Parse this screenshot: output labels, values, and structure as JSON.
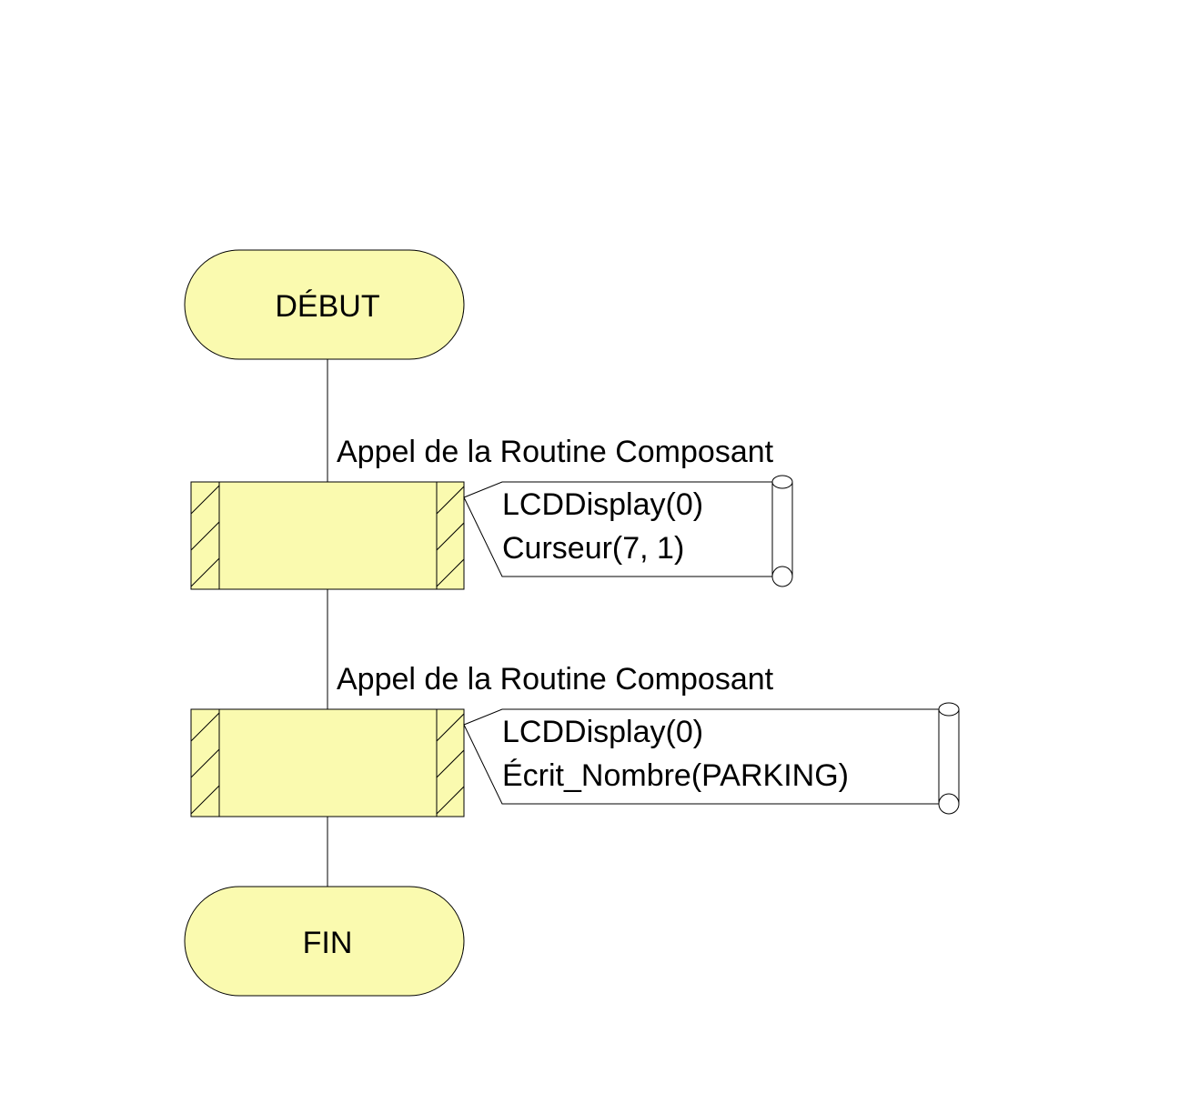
{
  "flowchart": {
    "start": {
      "label": "DÉBUT"
    },
    "end": {
      "label": "FIN"
    },
    "calls": [
      {
        "caption": "Appel de la Routine Composant",
        "note_lines": [
          "LCDDisplay(0)",
          "Curseur(7, 1)"
        ]
      },
      {
        "caption": "Appel de la Routine Composant",
        "note_lines": [
          "LCDDisplay(0)",
          "Écrit_Nombre(PARKING)"
        ]
      }
    ]
  },
  "colors": {
    "shape_fill": "#fafaaf",
    "line": "#000000",
    "background": "#ffffff"
  }
}
